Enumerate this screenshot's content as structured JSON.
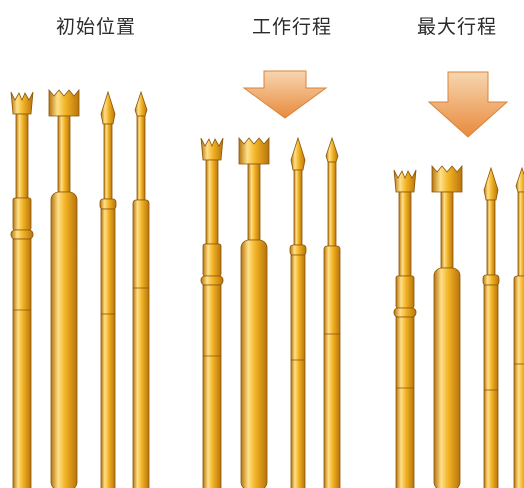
{
  "labels": [
    "初始位置",
    "工作行程",
    "最大行程"
  ],
  "colors": {
    "gold_light": "#ffe08a",
    "gold": "#f2b324",
    "gold_dark": "#b8740c",
    "outline": "#8a5508",
    "arrow_top": "#f7d6b0",
    "arrow_bottom": "#e88a3c"
  },
  "groups": [
    {
      "name": "initial-position",
      "stroke": "none",
      "probes": [
        "crown-head",
        "wide-crown-head",
        "spear-tip",
        "pointed-tip"
      ]
    },
    {
      "name": "working-stroke",
      "stroke": "partial",
      "probes": [
        "crown-head",
        "wide-crown-head",
        "spear-tip",
        "pointed-tip"
      ]
    },
    {
      "name": "max-stroke",
      "stroke": "full",
      "probes": [
        "crown-head",
        "wide-crown-head",
        "spear-tip",
        "pointed-tip"
      ]
    }
  ]
}
